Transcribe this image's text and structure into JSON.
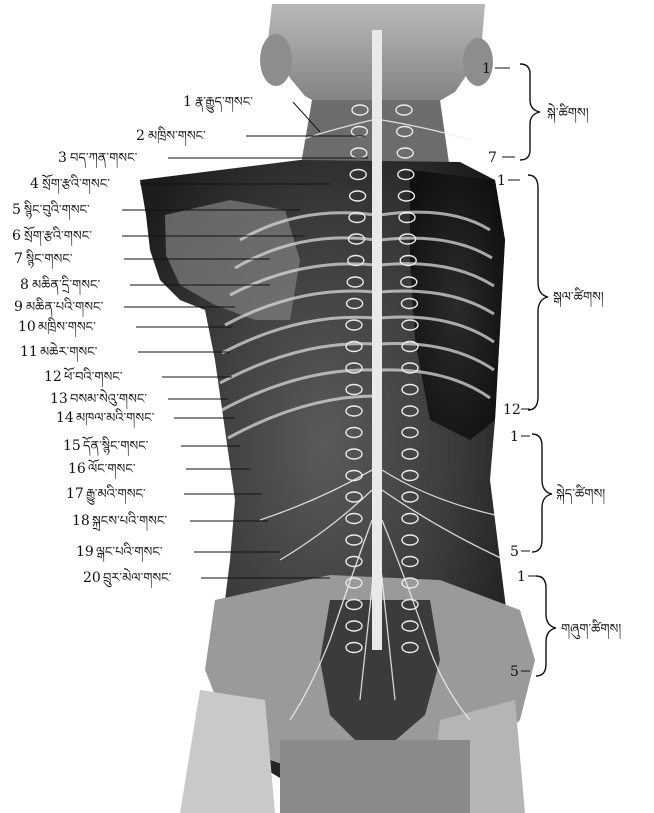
{
  "labels": [
    {
      "num": "1",
      "text": "རྣ་རྒྱུད་གསང་"
    },
    {
      "num": "2",
      "text": "མཁྲིས་གསང་"
    },
    {
      "num": "3",
      "text": "བད་ཀན་གསང་"
    },
    {
      "num": "4",
      "text": "སྲོག་རྩའི་གསང་"
    },
    {
      "num": "5",
      "text": "སྙིང་བུའི་གསང་"
    },
    {
      "num": "6",
      "text": "སྲོག་རྩའི་གསང་"
    },
    {
      "num": "7",
      "text": "སྙིང་གསང་"
    },
    {
      "num": "8",
      "text": "མཆིན་དྲི་གསང་"
    },
    {
      "num": "9",
      "text": "མཆིན་པའི་གསང་"
    },
    {
      "num": "10",
      "text": "མཁྲིས་གསང་"
    },
    {
      "num": "11",
      "text": "མཆེར་གསང་"
    },
    {
      "num": "12",
      "text": "ཕོ་བའི་གསང་"
    },
    {
      "num": "13",
      "text": "བསམ་སེའུ་གསང་"
    },
    {
      "num": "14",
      "text": "མཁལ་མའི་གསང་"
    },
    {
      "num": "15",
      "text": "དོན་སྙིང་གསང་"
    },
    {
      "num": "16",
      "text": "ལོང་གསང་"
    },
    {
      "num": "17",
      "text": "རྒྱུ་མའི་གསང་"
    },
    {
      "num": "18",
      "text": "སྐྲངས་པའི་གསང་"
    },
    {
      "num": "19",
      "text": "ལྒང་པའི་གསང་"
    },
    {
      "num": "20",
      "text": "བྲུར་མེལ་གསང་"
    }
  ],
  "groups": [
    {
      "name": "སྐེ་ཚིགས།",
      "top": "1",
      "bottom": "7"
    },
    {
      "name": "སྒལ་ཚིགས།",
      "top": "1",
      "bottom": "12"
    },
    {
      "name": "སྐེད་ཚིགས།",
      "top": "1",
      "bottom": "5"
    },
    {
      "name": "གཞུག་ཚིགས།",
      "top": "1",
      "bottom": "5"
    }
  ]
}
